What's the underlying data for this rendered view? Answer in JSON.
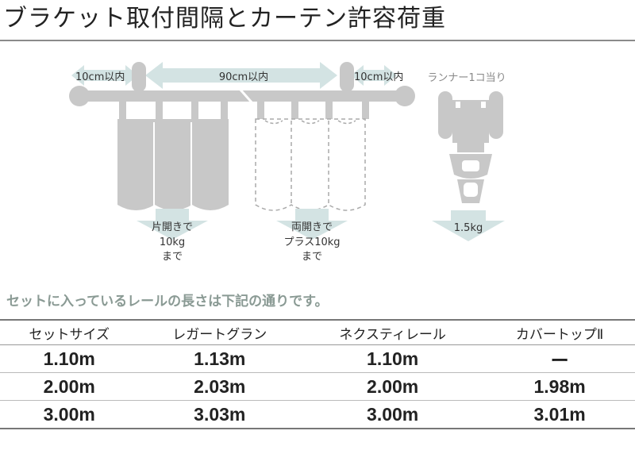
{
  "title": "ブラケット取付間隔とカーテン許容荷重",
  "diagram": {
    "left_spacing": "10cm以内",
    "middle_spacing": "90cm以内",
    "right_spacing": "10cm以内",
    "runner_label": "ランナー1コ当り",
    "left_load_line1": "片開きで",
    "left_load_line2": "10kg",
    "left_load_line3": "まで",
    "right_load_line1": "両開きで",
    "right_load_line2": "プラス10kg",
    "right_load_line3": "まで",
    "runner_load": "1.5kg"
  },
  "note": "セットに入っているレールの長さは下記の通りです。",
  "table": {
    "headers": [
      "セットサイズ",
      "レガートグラン",
      "ネクスティレール",
      "カバートップⅡ"
    ],
    "rows": [
      [
        "1.10m",
        "1.13m",
        "1.10m",
        "ー"
      ],
      [
        "2.00m",
        "2.03m",
        "2.00m",
        "1.98m"
      ],
      [
        "3.00m",
        "3.03m",
        "3.00m",
        "3.01m"
      ]
    ]
  },
  "colors": {
    "shape_gray": "#c8c8c8",
    "arrow_blue": "#d3e3e3",
    "note_green": "#8a9a94"
  }
}
